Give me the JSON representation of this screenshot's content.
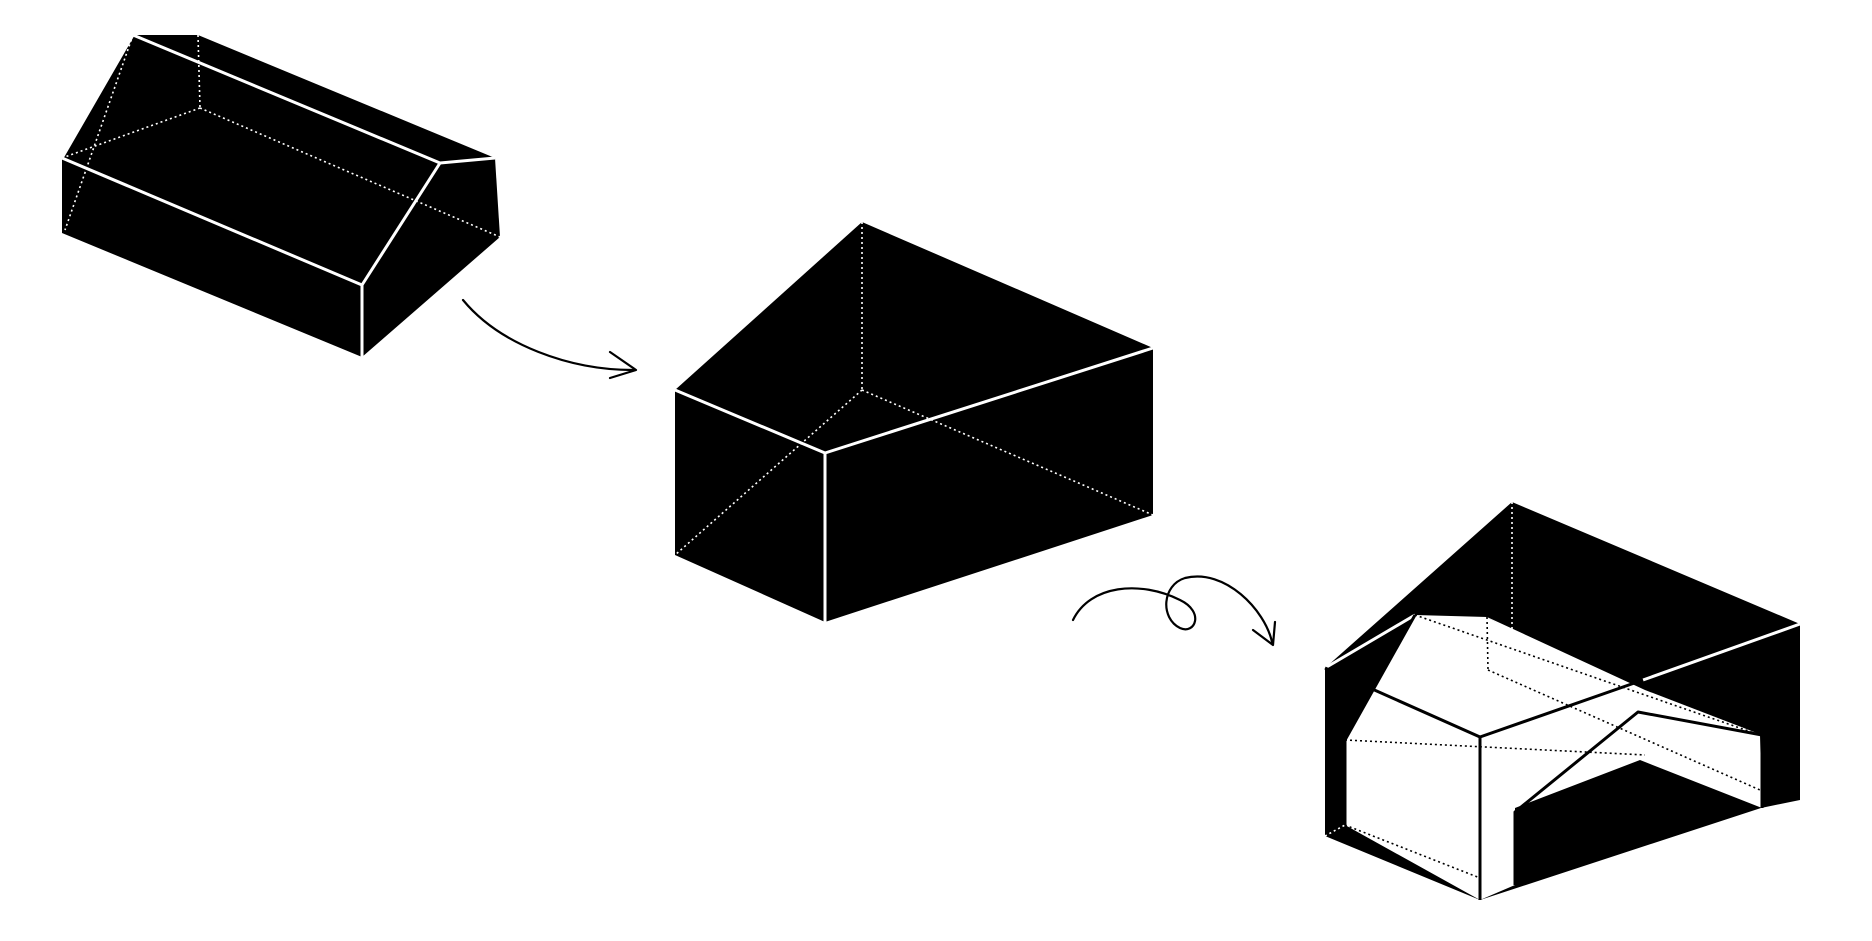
{
  "colors": {
    "solid": "#000000",
    "paper": "#ffffff"
  },
  "diagram": {
    "steps": [
      {
        "id": "step-1",
        "shape": "gable-roof-house-volume"
      },
      {
        "id": "step-2",
        "shape": "simplified-box-volume"
      },
      {
        "id": "step-3",
        "shape": "box-with-stepped-carved-void"
      }
    ],
    "arrows": [
      {
        "from": "step-1",
        "to": "step-2",
        "style": "curved"
      },
      {
        "from": "step-2",
        "to": "step-3",
        "style": "curved-with-loop"
      }
    ]
  }
}
